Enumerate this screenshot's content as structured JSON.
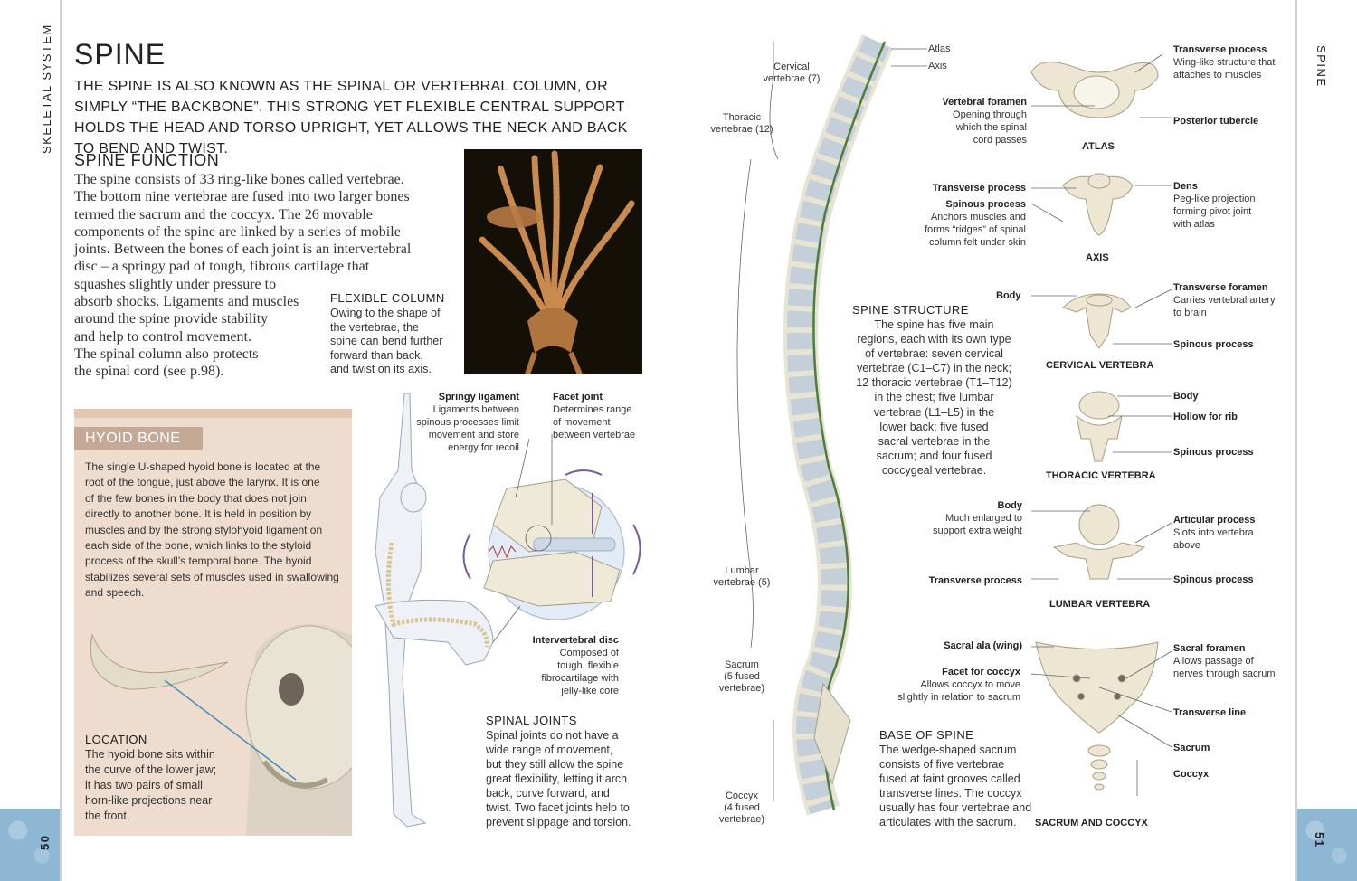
{
  "left_page": {
    "running_head": "SKELETAL SYSTEM",
    "page_number": "50",
    "title": "SPINE",
    "intro": "THE SPINE IS ALSO KNOWN AS THE SPINAL OR VERTEBRAL COLUMN, OR SIMPLY “THE BACKBONE”. THIS STRONG YET FLEXIBLE CENTRAL SUPPORT HOLDS THE HEAD AND TORSO UPRIGHT, YET ALLOWS  THE NECK AND BACK TO BEND AND TWIST.",
    "function": {
      "heading": "SPINE FUNCTION",
      "lines": [
        "The spine consists of 33 ring-like bones called vertebrae.",
        "The bottom nine vertebrae are fused into two larger bones",
        "termed the sacrum and the coccyx. The 26 movable",
        "components of the spine are linked by a series of mobile",
        "joints. Between the bones of each joint is an intervertebral",
        "disc – a springy pad of tough, fibrous cartilage that",
        "squashes slightly under pressure to",
        "absorb shocks. Ligaments and muscles",
        "around the spine provide stability",
        "and help to control movement.",
        "The spinal column also protects",
        "the spinal cord (see p.98)."
      ]
    },
    "flexible_column": {
      "heading": "FLEXIBLE COLUMN",
      "lines": [
        "Owing to the shape of",
        "the vertebrae, the",
        "spine can bend further",
        "forward than back,",
        "and twist on its axis."
      ]
    },
    "hyoid": {
      "heading": "HYOID BONE",
      "lines": [
        "The single U-shaped hyoid bone is located at the",
        "root of the tongue, just above the larynx. It is one",
        "of the few bones in the body that does not join",
        "directly to another bone. It is held in position by",
        "muscles and by the strong stylohyoid ligament on",
        "each side of the bone, which links to the styloid",
        "process of the skull’s temporal bone. The hyoid",
        "stabilizes several sets of muscles used in swallowing",
        "and speech."
      ],
      "location_heading": "LOCATION",
      "location_lines": [
        "The hyoid bone sits within",
        "the curve of the lower jaw;",
        "it has two pairs of small",
        "horn-like projections near",
        "the front."
      ]
    },
    "joint_labels": {
      "springy_title": "Springy ligament",
      "springy_lines": [
        "Ligaments between",
        "spinous processes limit",
        "movement and store",
        "energy for recoil"
      ],
      "facet_title": "Facet joint",
      "facet_lines": [
        "Determines range",
        "of movement",
        "between vertebrae"
      ],
      "disc_title": "Intervertebral disc",
      "disc_lines": [
        "Composed of",
        "tough, flexible",
        "fibrocartilage with",
        "jelly-like core"
      ]
    },
    "spinal_joints": {
      "heading": "SPINAL JOINTS",
      "lines": [
        "Spinal joints do not have a",
        "wide range of movement,",
        "but they still allow the spine",
        "great flexibility, letting it arch",
        "back, curve forward, and",
        "twist. Two facet joints help to",
        "prevent slippage and torsion."
      ]
    }
  },
  "right_page": {
    "running_head": "SPINE",
    "page_number": "51",
    "regions": {
      "atlas": "Atlas",
      "axis": "Axis",
      "cervical": [
        "Cervical",
        "vertebrae (7)"
      ],
      "thoracic": [
        "Thoracic",
        "vertebrae (12)"
      ],
      "lumbar": [
        "Lumbar",
        "vertebrae (5)"
      ],
      "sacrum": [
        "Sacrum",
        "(5 fused",
        "vertebrae)"
      ],
      "coccyx": [
        "Coccyx",
        "(4 fused",
        "vertebrae)"
      ]
    },
    "structure": {
      "heading": "SPINE STRUCTURE",
      "lines": [
        "The spine has five main",
        "regions, each with its own type",
        "of vertebrae: seven cervical",
        "vertebrae (C1–C7) in the neck;",
        "12 thoracic vertebrae (T1–T12)",
        "in the chest; five lumbar",
        "vertebrae (L1–L5) in the",
        "lower back; five fused",
        "sacral vertebrae in the",
        "sacrum; and four fused",
        "coccygeal vertebrae."
      ]
    },
    "base": {
      "heading": "BASE OF SPINE",
      "lines": [
        "The wedge-shaped sacrum",
        "consists of five vertebrae",
        "fused at faint grooves called",
        "transverse lines. The coccyx",
        "usually has four vertebrae and",
        "articulates with the sacrum."
      ]
    },
    "atlas": {
      "caption": "ATLAS",
      "tp_title": "Transverse process",
      "tp_lines": [
        "Wing-like structure that",
        "attaches to muscles"
      ],
      "vf_title": "Vertebral foramen",
      "vf_lines": [
        "Opening through",
        "which the spinal",
        "cord passes"
      ],
      "pt_title": "Posterior tubercle"
    },
    "axis": {
      "caption": "AXIS",
      "tp_title": "Transverse process",
      "sp_title": "Spinous process",
      "sp_lines": [
        "Anchors muscles and",
        "forms “ridges” of spinal",
        "column felt under skin"
      ],
      "dens_title": "Dens",
      "dens_lines": [
        "Peg-like projection",
        "forming pivot joint",
        "with atlas"
      ]
    },
    "cervical": {
      "caption": "CERVICAL VERTEBRA",
      "body": "Body",
      "tf_title": "Transverse foramen",
      "tf_lines": [
        "Carries vertebral artery",
        "to brain"
      ],
      "sp_title": "Spinous process"
    },
    "thoracic": {
      "caption": "THORACIC VERTEBRA",
      "body": "Body",
      "hollow": "Hollow for rib",
      "sp_title": "Spinous process"
    },
    "lumbar": {
      "caption": "LUMBAR VERTEBRA",
      "body_title": "Body",
      "body_lines": [
        "Much enlarged to",
        "support extra weight"
      ],
      "tp_title": "Transverse process",
      "ap_title": "Articular process",
      "ap_lines": [
        "Slots into vertebra",
        "above"
      ],
      "sp_title": "Spinous process"
    },
    "sacrum": {
      "caption": "SACRUM AND COCCYX",
      "ala_title": "Sacral ala (wing)",
      "fc_title": "Facet for coccyx",
      "fc_lines": [
        "Allows coccyx to move",
        "slightly in relation to sacrum"
      ],
      "sf_title": "Sacral foramen",
      "sf_lines": [
        "Allows passage of",
        "nerves through sacrum"
      ],
      "tl_title": "Transverse line",
      "sacrum_title": "Sacrum",
      "coccyx_title": "Coccyx"
    }
  }
}
